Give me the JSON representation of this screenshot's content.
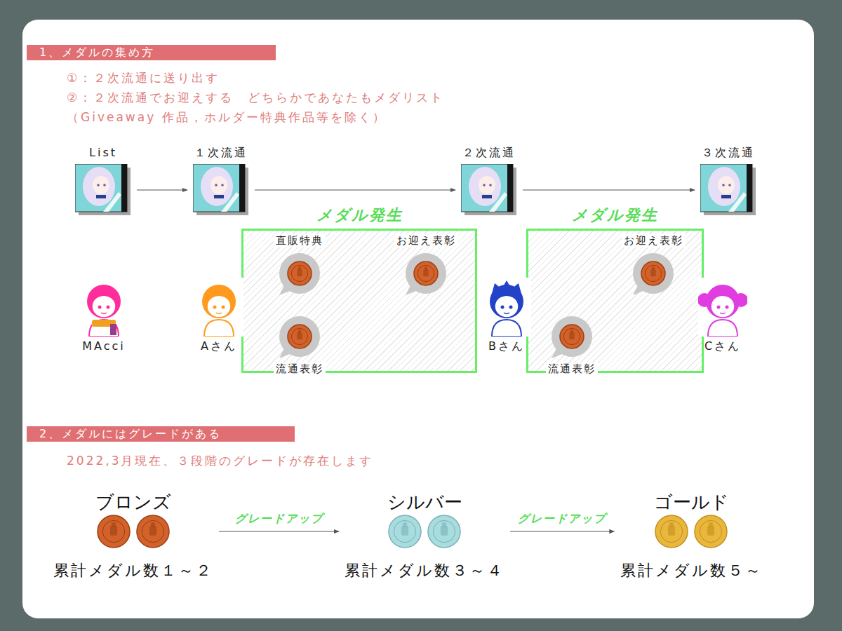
{
  "diagram": {
    "nodes": [
      {
        "text": [
          "1、メダルの集め方"
        ]
      },
      {
        "text": [
          "List"
        ]
      },
      {
        "text": [
          "１次流通"
        ]
      },
      {
        "text": [
          "２次流通"
        ]
      },
      {
        "text": [
          "３次流通"
        ]
      },
      {
        "text": [
          "メダル発生"
        ]
      },
      {
        "text": [
          "メダル発生"
        ]
      },
      {
        "text": [
          "直販特典"
        ],
        "in": 5
      },
      {
        "text": [
          "お迎え表彰"
        ],
        "in": 5
      },
      {
        "text": [
          "お迎え表彰"
        ],
        "in": 6
      },
      {
        "text": [
          "MAcci"
        ]
      },
      {
        "text": [
          "Aさん"
        ]
      },
      {
        "text": [
          "流通表彰"
        ],
        "in": 5
      },
      {
        "text": [
          "Bさん"
        ]
      },
      {
        "text": [
          "流通表彰"
        ],
        "in": 6
      },
      {
        "text": [
          "Cさん"
        ]
      },
      {
        "text": [
          "2、メダルにはグレードがある"
        ]
      },
      {
        "text": [
          "ブロンズ",
          "累計メダル数１～２"
        ]
      },
      {
        "text": [
          "シルバー",
          "累計メダル数３～４"
        ]
      },
      {
        "text": [
          "ゴールド",
          "累計メダル数５～"
        ]
      }
    ],
    "edges": [
      {
        "from": 1,
        "to": 2,
        "arrow": "to"
      },
      {
        "from": 2,
        "to": 3,
        "arrow": "to"
      },
      {
        "from": 3,
        "to": 4,
        "arrow": "to"
      },
      {
        "from": 17,
        "to": 18,
        "label": "グレードアップ",
        "arrow": "to"
      },
      {
        "from": 18,
        "to": 19,
        "label": "グレードアップ",
        "arrow": "to"
      }
    ],
    "labels": [
      "①：２次流通に送り出す",
      "②：２次流通でお迎えする　どちらかであなたもメダリスト",
      "（Giveaway 作品，ホルダー特典作品等を除く）",
      "2022,3月現在、３段階のグレードが存在します"
    ]
  }
}
